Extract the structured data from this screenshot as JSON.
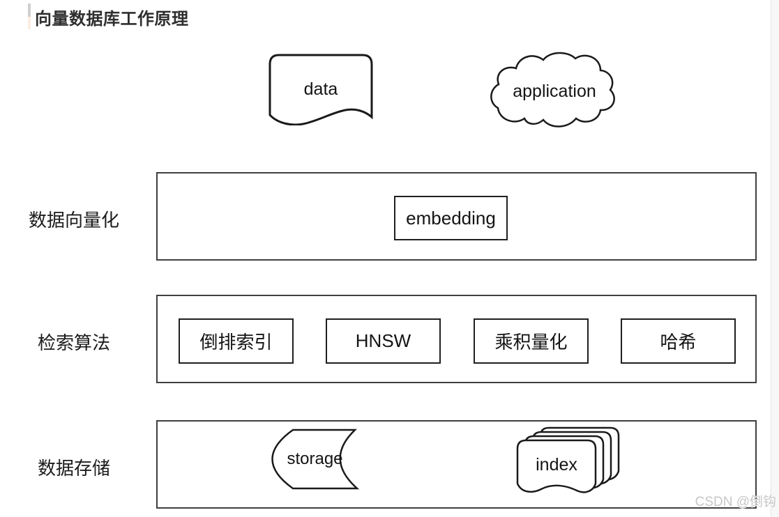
{
  "page": {
    "title": "向量数据库工作原理",
    "watermark": "CSDN @倒钩"
  },
  "diagram": {
    "top": {
      "data_label": "data",
      "application_label": "application"
    },
    "rows": {
      "vectorization": {
        "label": "数据向量化",
        "box": "embedding"
      },
      "retrieval": {
        "label": "检索算法",
        "boxes": [
          "倒排索引",
          "HNSW",
          "乘积量化",
          "哈希"
        ]
      },
      "storage": {
        "label": "数据存储",
        "storage_label": "storage",
        "index_label": "index"
      }
    },
    "shape_types": {
      "data": "document",
      "application": "cloud",
      "storage": "stored-data",
      "index": "multi-document-stack"
    }
  },
  "colors": {
    "shape_stroke": "#1a1a1a",
    "outer_rect_border": "#3f3f3f",
    "inner_box_border": "#1f1f1f",
    "title_text": "#2e2e2e",
    "accent_bar_top": "#cfcfcf",
    "accent_bar_bottom": "#fbeee0",
    "watermark_text": "#c7c7c7",
    "background": "#ffffff"
  }
}
